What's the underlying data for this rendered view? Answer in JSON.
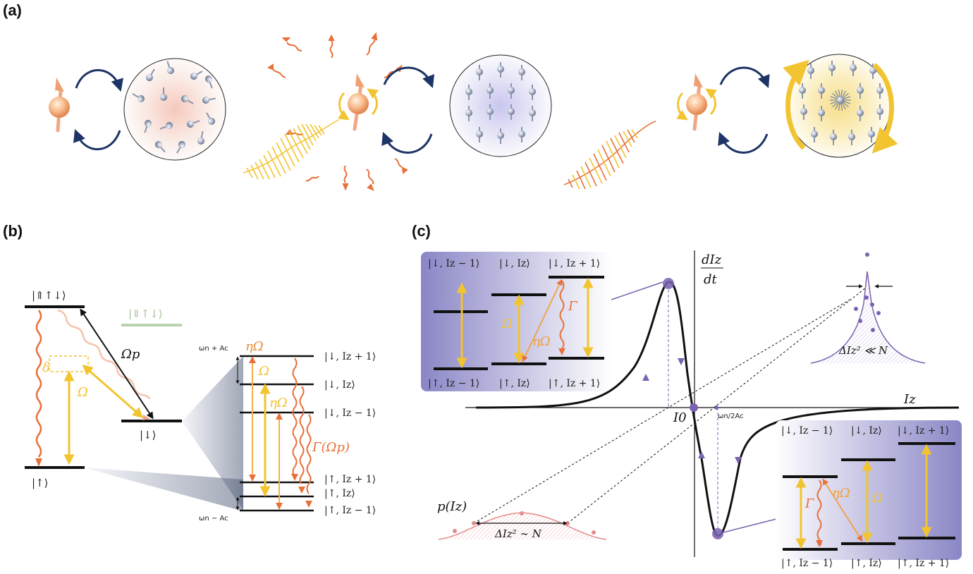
{
  "panels": {
    "a": "(a)",
    "b": "(b)",
    "c": "(c)"
  },
  "colors": {
    "laser_yellow": "#f2c430",
    "decay_orange": "#e8703a",
    "arrow_navy": "#1d3466",
    "purple": "#7a62b0",
    "grey_green": "#9fbf96",
    "pink_dist": "#e58a8a"
  },
  "panel_b": {
    "trion": "|⇑↑↓⟩",
    "trion_dark": "|⇓↑↓⟩",
    "omega_p": "Ωp",
    "delta": "δ",
    "omega": "Ω",
    "down": "|↓⟩",
    "up": "|↑⟩",
    "upper_edge": "ωn + Ac",
    "lower_edge": "ωn − Ac",
    "eta_omega": "ηΩ",
    "omega_ladder": "Ω",
    "eta_omega_2": "ηΩ",
    "gamma": "Γ(Ωp)",
    "levels": [
      "|↓, Iz + 1⟩",
      "|↓, Iz⟩",
      "|↓, Iz − 1⟩",
      "|↑, Iz + 1⟩",
      "|↑, Iz⟩",
      "|↑, Iz − 1⟩"
    ]
  },
  "panel_c": {
    "ylabel_num": "dIz",
    "ylabel_den": "dt",
    "xlabel": "Iz",
    "i0": "I0",
    "omega_ratio": "ωn/2Ac",
    "p_label": "p(Iz)",
    "wide_var": "ΔIz² ∼ N",
    "narrow_var": "ΔIz² ≪ N",
    "inset_left": {
      "top": [
        "|↓, Iz − 1⟩",
        "|↓, Iz⟩",
        "|↓, Iz + 1⟩"
      ],
      "bottom": [
        "|↑, Iz − 1⟩",
        "|↑, Iz⟩",
        "|↑, Iz + 1⟩"
      ],
      "omega": "Ω",
      "eta_omega": "ηΩ",
      "gamma": "Γ"
    },
    "inset_right": {
      "top": [
        "|↓, Iz − 1⟩",
        "|↓, Iz⟩",
        "|↓, Iz + 1⟩"
      ],
      "bottom": [
        "|↑, Iz − 1⟩",
        "|↑, Iz⟩",
        "|↑, Iz + 1⟩"
      ],
      "omega": "Ω",
      "eta_omega": "ηΩ",
      "gamma": "Γ"
    }
  }
}
